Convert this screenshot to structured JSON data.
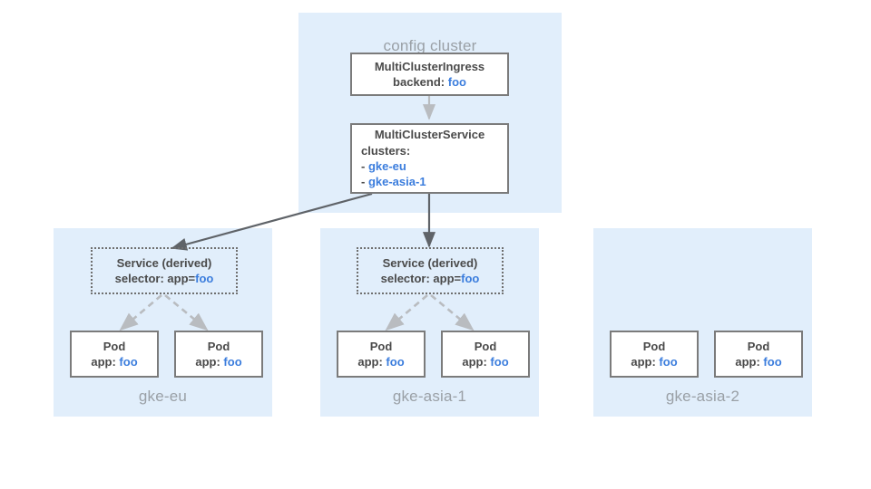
{
  "diagram": {
    "config_cluster": {
      "title": "config cluster",
      "nodes": [
        {
          "name": "multiclusteringress",
          "lines": [
            {
              "text": "MultiClusterIngress",
              "style": "center"
            },
            {
              "prefix": "backend: ",
              "value": "foo",
              "style": "center"
            }
          ]
        },
        {
          "name": "multiclusterservice",
          "lines": [
            {
              "text": "MultiClusterService",
              "style": "center"
            },
            {
              "text": "clusters:",
              "style": "left"
            },
            {
              "prefix": " - ",
              "value": "gke-eu",
              "style": "left"
            },
            {
              "prefix": " - ",
              "value": "gke-asia-1",
              "style": "left"
            }
          ]
        }
      ]
    },
    "clusters": [
      {
        "name": "gke-eu",
        "label": "gke-eu",
        "has_service": true,
        "service": {
          "title": "Service (derived)",
          "selector_prefix": "selector: app=",
          "selector_value": "foo"
        },
        "pods": [
          {
            "title": "Pod",
            "label_prefix": "app: ",
            "label_value": "foo"
          },
          {
            "title": "Pod",
            "label_prefix": "app: ",
            "label_value": "foo"
          }
        ]
      },
      {
        "name": "gke-asia-1",
        "label": "gke-asia-1",
        "has_service": true,
        "service": {
          "title": "Service (derived)",
          "selector_prefix": "selector: app=",
          "selector_value": "foo"
        },
        "pods": [
          {
            "title": "Pod",
            "label_prefix": "app: ",
            "label_value": "foo"
          },
          {
            "title": "Pod",
            "label_prefix": "app: ",
            "label_value": "foo"
          }
        ]
      },
      {
        "name": "gke-asia-2",
        "label": "gke-asia-2",
        "has_service": false,
        "pods": [
          {
            "title": "Pod",
            "label_prefix": "app: ",
            "label_value": "foo"
          },
          {
            "title": "Pod",
            "label_prefix": "app: ",
            "label_value": "foo"
          }
        ]
      }
    ],
    "colors": {
      "panel_background": "#e1eefb",
      "node_border": "#7b7b7b",
      "accent_blue": "#3b7ddd",
      "text_gray": "#4a4a4a",
      "label_gray": "#9aa0a6",
      "arrow_dark": "#5f6368",
      "arrow_light": "#b9bcc0"
    }
  }
}
